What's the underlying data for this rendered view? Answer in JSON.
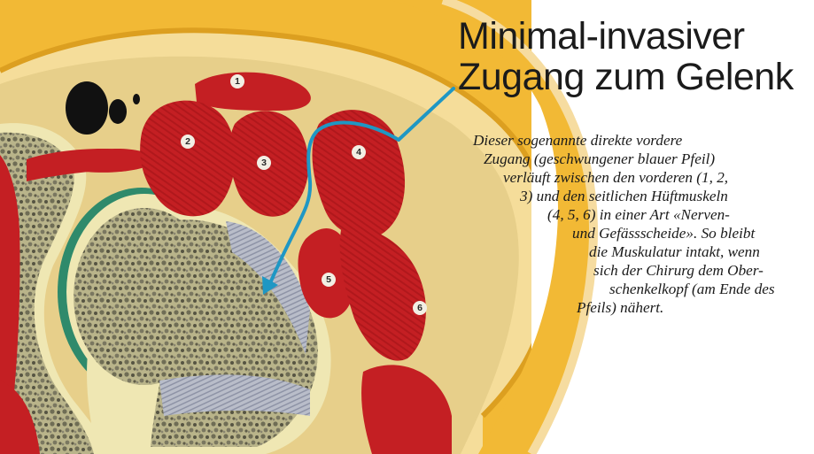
{
  "heading": {
    "line1": "Minimal-invasiver",
    "line2": "Zugang zum Gelenk"
  },
  "caption": {
    "lines": [
      "Dieser sogenannte direkte vordere",
      "Zugang (geschwungener blauer Pfeil)",
      "verläuft zwischen den vorderen (1, 2,",
      "3) und den seitlichen Hüftmuskeln",
      "(4, 5, 6) in einer Art «Nerven-",
      "und Gefässscheide». So bleibt",
      "die Muskulatur intakt, wenn",
      "sich der Chirurg dem Ober-",
      "schenkelkopf (am Ende des",
      "Pfeils) nähert."
    ]
  },
  "muscle_labels": [
    "1",
    "2",
    "3",
    "4",
    "5",
    "6"
  ],
  "colors": {
    "fat": "#f2b935",
    "skin": "#f4d28a",
    "muscle": "#c21e22",
    "bone": "#efe7b3",
    "cartilage": "#2f8a6b",
    "arrow": "#1f97c4"
  }
}
